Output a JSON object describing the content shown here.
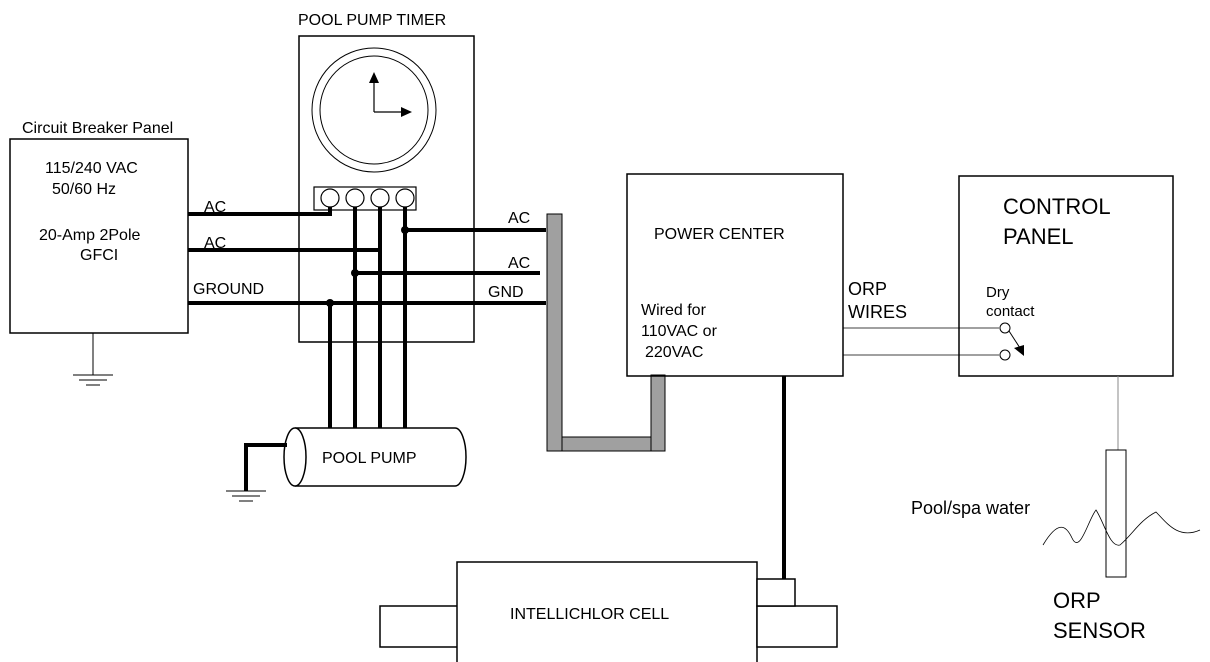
{
  "breaker_panel": {
    "title": "Circuit Breaker Panel",
    "line1": "115/240 VAC",
    "line2": "50/60 Hz",
    "line3": "20-Amp 2Pole",
    "line4": "GFCI"
  },
  "timer": {
    "title": "POOL PUMP TIMER"
  },
  "wire_labels": {
    "ac_left_1": "AC",
    "ac_left_2": "AC",
    "ground_left": "GROUND",
    "ac_right_1": "AC",
    "ac_right_2": "AC",
    "gnd_right": "GND"
  },
  "pool_pump": {
    "label": "POOL PUMP"
  },
  "power_center": {
    "title": "POWER CENTER",
    "line1": "Wired for",
    "line2": "110VAC or",
    "line3": "220VAC"
  },
  "orp_wires": {
    "line1": "ORP",
    "line2": "WIRES"
  },
  "control_panel": {
    "line1": "CONTROL",
    "line2": "PANEL",
    "contact1": "Dry",
    "contact2": "contact"
  },
  "water": {
    "label": "Pool/spa water"
  },
  "sensor": {
    "line1": "ORP",
    "line2": "SENSOR"
  },
  "cell": {
    "label": "INTELLICHLOR CELL"
  }
}
